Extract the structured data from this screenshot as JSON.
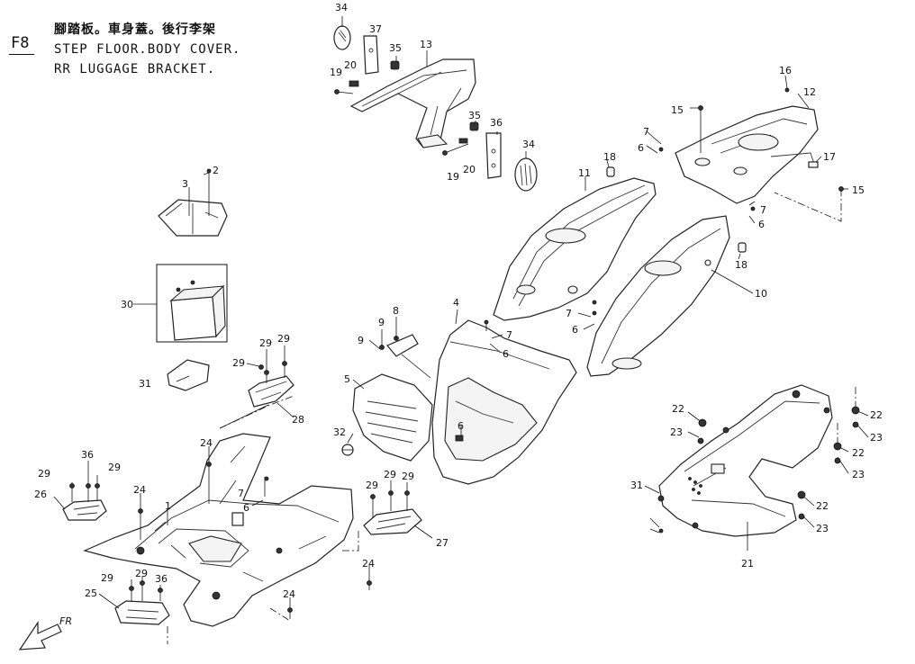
{
  "header": {
    "figure_id": "F8",
    "title_cn": "腳踏板。車身蓋。後行李架",
    "title_en_line1": "STEP FLOOR.BODY COVER.",
    "title_en_line2": "RR LUGGAGE BRACKET."
  },
  "direction": {
    "label": "FR",
    "icon": "front-arrow-icon"
  },
  "callouts": [
    "1",
    "2",
    "3",
    "4",
    "5",
    "6",
    "6",
    "6",
    "6",
    "6",
    "6",
    "7",
    "7",
    "7",
    "7",
    "7",
    "8",
    "9",
    "9",
    "10",
    "11",
    "12",
    "13",
    "15",
    "15",
    "16",
    "17",
    "18",
    "18",
    "19",
    "19",
    "20",
    "20",
    "21",
    "22",
    "22",
    "22",
    "22",
    "23",
    "23",
    "23",
    "23",
    "24",
    "24",
    "24",
    "24",
    "25",
    "26",
    "27",
    "28",
    "29",
    "29",
    "29",
    "29",
    "29",
    "29",
    "29",
    "29",
    "29",
    "29",
    "30",
    "31",
    "31",
    "32",
    "34",
    "34",
    "35",
    "35",
    "36",
    "36",
    "36",
    "37"
  ]
}
